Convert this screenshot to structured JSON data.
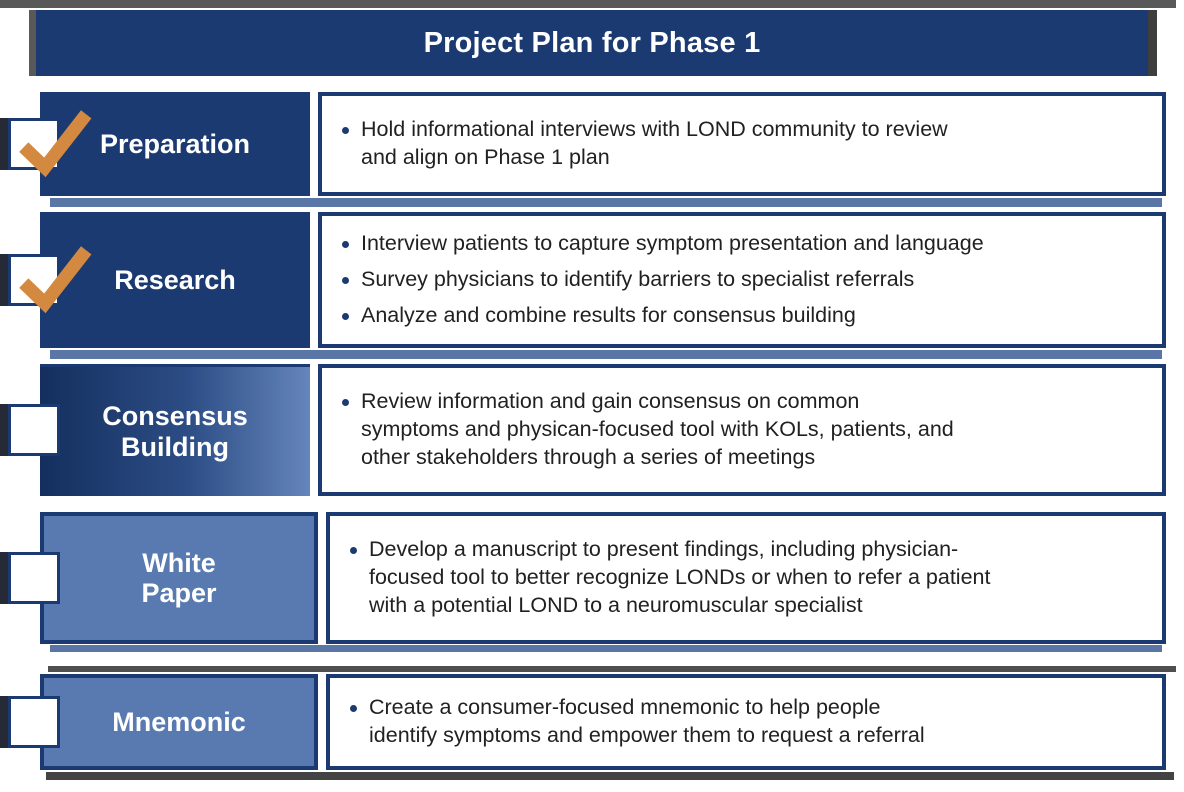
{
  "title": "Project Plan for Phase 1",
  "colors": {
    "navy": "#1c3a72",
    "medium_blue": "#587ab1",
    "gradient_left": "#142f5e",
    "gradient_right": "#6585bc",
    "band_blue": "#5a76a6",
    "check_orange": "#d3893f",
    "shadow_gray": "#595959",
    "text": "#212121"
  },
  "rows": [
    {
      "label": "Preparation",
      "checked": true,
      "bullets": [
        "Hold informational interviews with LOND community to review\nand align on Phase 1 plan"
      ]
    },
    {
      "label": "Research",
      "checked": true,
      "bullets": [
        "Interview patients to capture symptom presentation and language",
        "Survey physicians to identify barriers to specialist referrals",
        "Analyze and combine results for consensus building"
      ]
    },
    {
      "label": "Consensus\nBuilding",
      "checked": false,
      "bullets": [
        "Review information and gain consensus on common\nsymptoms and physican-focused tool with KOLs, patients, and\nother stakeholders through a series of meetings"
      ]
    },
    {
      "label": "White\nPaper",
      "checked": false,
      "bullets": [
        "Develop a manuscript to present findings, including physician-\nfocused tool to better recognize LONDs or when to refer a patient\nwith a potential LOND to a neuromuscular specialist"
      ]
    },
    {
      "label": "Mnemonic",
      "checked": false,
      "bullets": [
        "Create a consumer-focused mnemonic to help people\nidentify symptoms and empower them to request a referral"
      ]
    }
  ]
}
